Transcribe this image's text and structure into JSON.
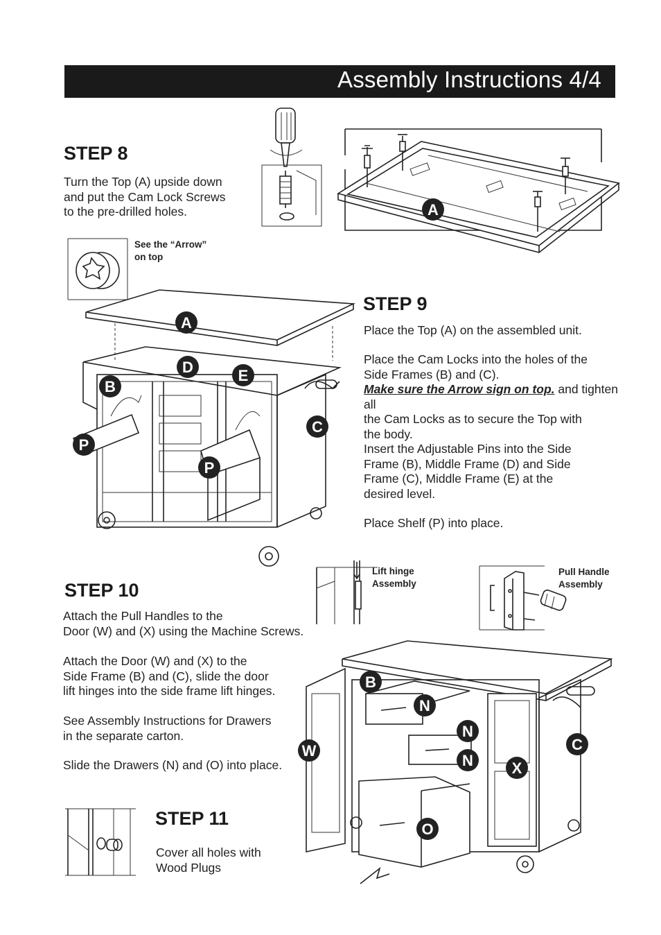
{
  "header": {
    "title": "Assembly Instructions 4/4"
  },
  "step8": {
    "title": "STEP 8",
    "text": "Turn the Top (A) upside down\nand put the Cam Lock Screws\nto the pre-drilled holes.",
    "note": "See the “Arrow”\non top"
  },
  "step9": {
    "title": "STEP 9",
    "p1": "Place the Top (A) on the assembled unit.",
    "p2": "Place the Cam Locks into the holes of the\nSide Frames (B) and (C).",
    "p3_em": "Make sure the Arrow sign on top.",
    "p3_rest": " and tighten all\nthe Cam Locks as to secure the Top with\nthe body.",
    "p4": "Insert the Adjustable Pins into the Side\nFrame (B), Middle Frame (D) and Side\nFrame (C), Middle Frame (E) at the\ndesired level.",
    "p5": "Place Shelf (P) into place."
  },
  "step10": {
    "title": "STEP 10",
    "p1": "Attach the Pull Handles to the\nDoor (W) and (X) using the Machine Screws.",
    "p2": "Attach the Door (W) and (X) to the\nSide Frame (B) and (C), slide the door\nlift hinges into the side frame lift hinges.",
    "p3": "See Assembly Instructions for Drawers\nin the separate carton.",
    "p4": "Slide the Drawers (N) and (O) into place.",
    "note_lift": "Lift hinge\nAssembly",
    "note_pull": "Pull Handle\nAssembly"
  },
  "step11": {
    "title": "STEP 11",
    "text": "Cover all holes with\nWood Plugs"
  },
  "labels": {
    "a1": "A",
    "a2": "A",
    "b1": "B",
    "b2": "B",
    "c1": "C",
    "c2": "C",
    "d": "D",
    "e": "E",
    "p1": "P",
    "p2": "P",
    "n1": "N",
    "n2": "N",
    "n3": "N",
    "o": "O",
    "w": "W",
    "x": "X"
  }
}
